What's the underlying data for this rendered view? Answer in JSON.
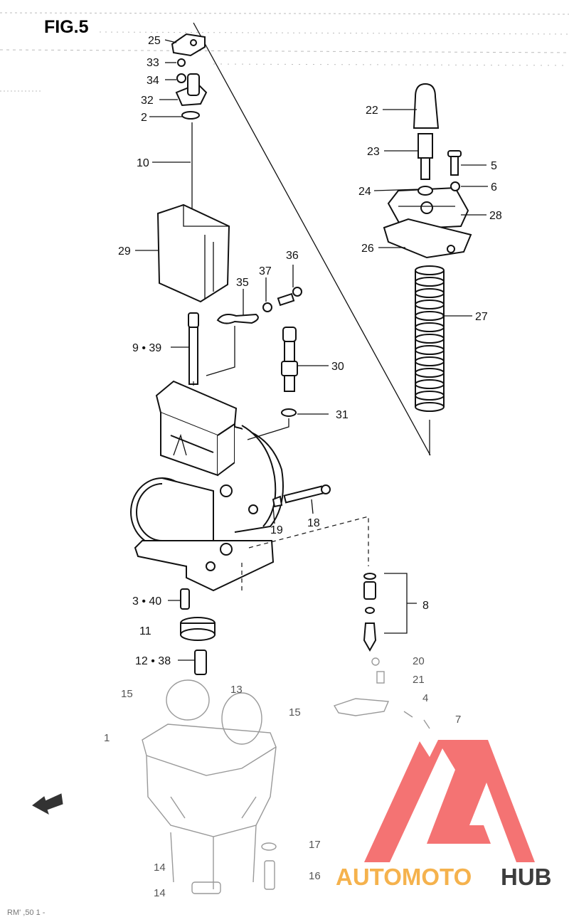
{
  "figure": {
    "title": "FIG.5",
    "footer_code": "RM' ,50 1 -"
  },
  "logo": {
    "text_part1": "AUTOMOTO",
    "text_part2": "HUB",
    "colors": {
      "triangle": "#f25a5a",
      "text_part1": "#f5b24d",
      "text_part2": "#3d3d3d"
    }
  },
  "callouts": {
    "c25": "25",
    "c33": "33",
    "c34": "34",
    "c32": "32",
    "c2": "2",
    "c10": "10",
    "c29": "29",
    "c35": "35",
    "c37": "37",
    "c36": "36",
    "c9_39": "9 • 39",
    "c22": "22",
    "c23": "23",
    "c5": "5",
    "c24": "24",
    "c6": "6",
    "c28": "28",
    "c26": "26",
    "c27": "27",
    "c30": "30",
    "c31": "31",
    "c18": "18",
    "c19": "19",
    "c8": "8",
    "c3_40": "3 • 40",
    "c11": "11",
    "c12_38": "12 • 38",
    "c15a": "15",
    "c13": "13",
    "c1": "1",
    "c15b": "15",
    "c20": "20",
    "c21": "21",
    "c4": "4",
    "c7": "7",
    "c17": "17",
    "c14a": "14",
    "c16": "16",
    "c14b": "14"
  }
}
